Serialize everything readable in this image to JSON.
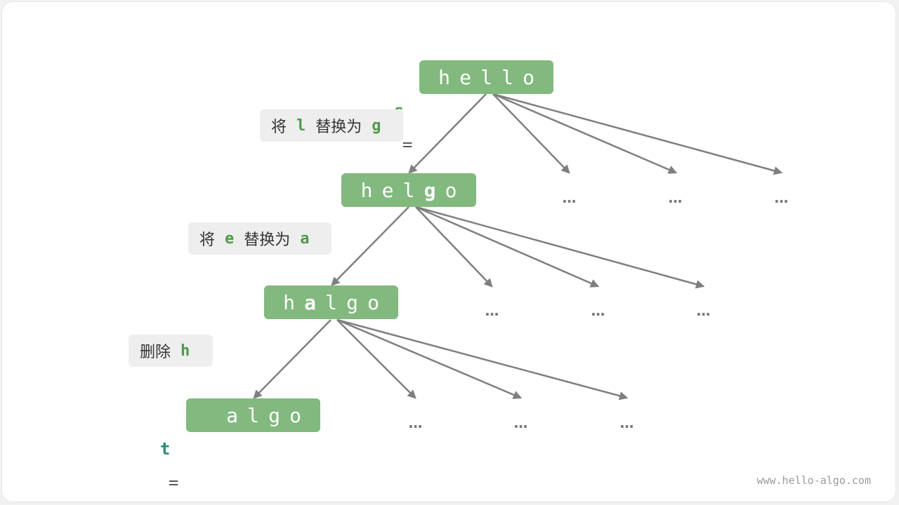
{
  "nodes": {
    "s": {
      "var_name": "s",
      "equals": "=",
      "chars": [
        "h",
        "e",
        "l",
        "l",
        "o"
      ],
      "bold_index": -1
    },
    "step1": {
      "chars": [
        "h",
        "e",
        "l",
        "g",
        "o"
      ],
      "bold_index": 3
    },
    "step2": {
      "chars": [
        "h",
        "a",
        "l",
        "g",
        "o"
      ],
      "bold_index": 1
    },
    "t": {
      "var_name": "t",
      "equals": "=",
      "chars": [
        " ",
        "a",
        "l",
        "g",
        "o"
      ],
      "bold_index": -1
    }
  },
  "operations": [
    {
      "prefix": "将",
      "from": "l",
      "middle": "替换为",
      "to": "g"
    },
    {
      "prefix": "将",
      "from": "e",
      "middle": "替换为",
      "to": "a"
    },
    {
      "prefix": "删除",
      "target": "h"
    }
  ],
  "ellipsis": "...",
  "watermark": "www.hello-algo.com",
  "colors": {
    "node_fill": "#82b97e",
    "node_text": "#ffffff",
    "edge": "#7f7f7f",
    "label_bg": "#eeeeee",
    "code_green": "#4f9a4a",
    "var_s": "#4f9a4a",
    "var_t": "#2e8b84"
  }
}
